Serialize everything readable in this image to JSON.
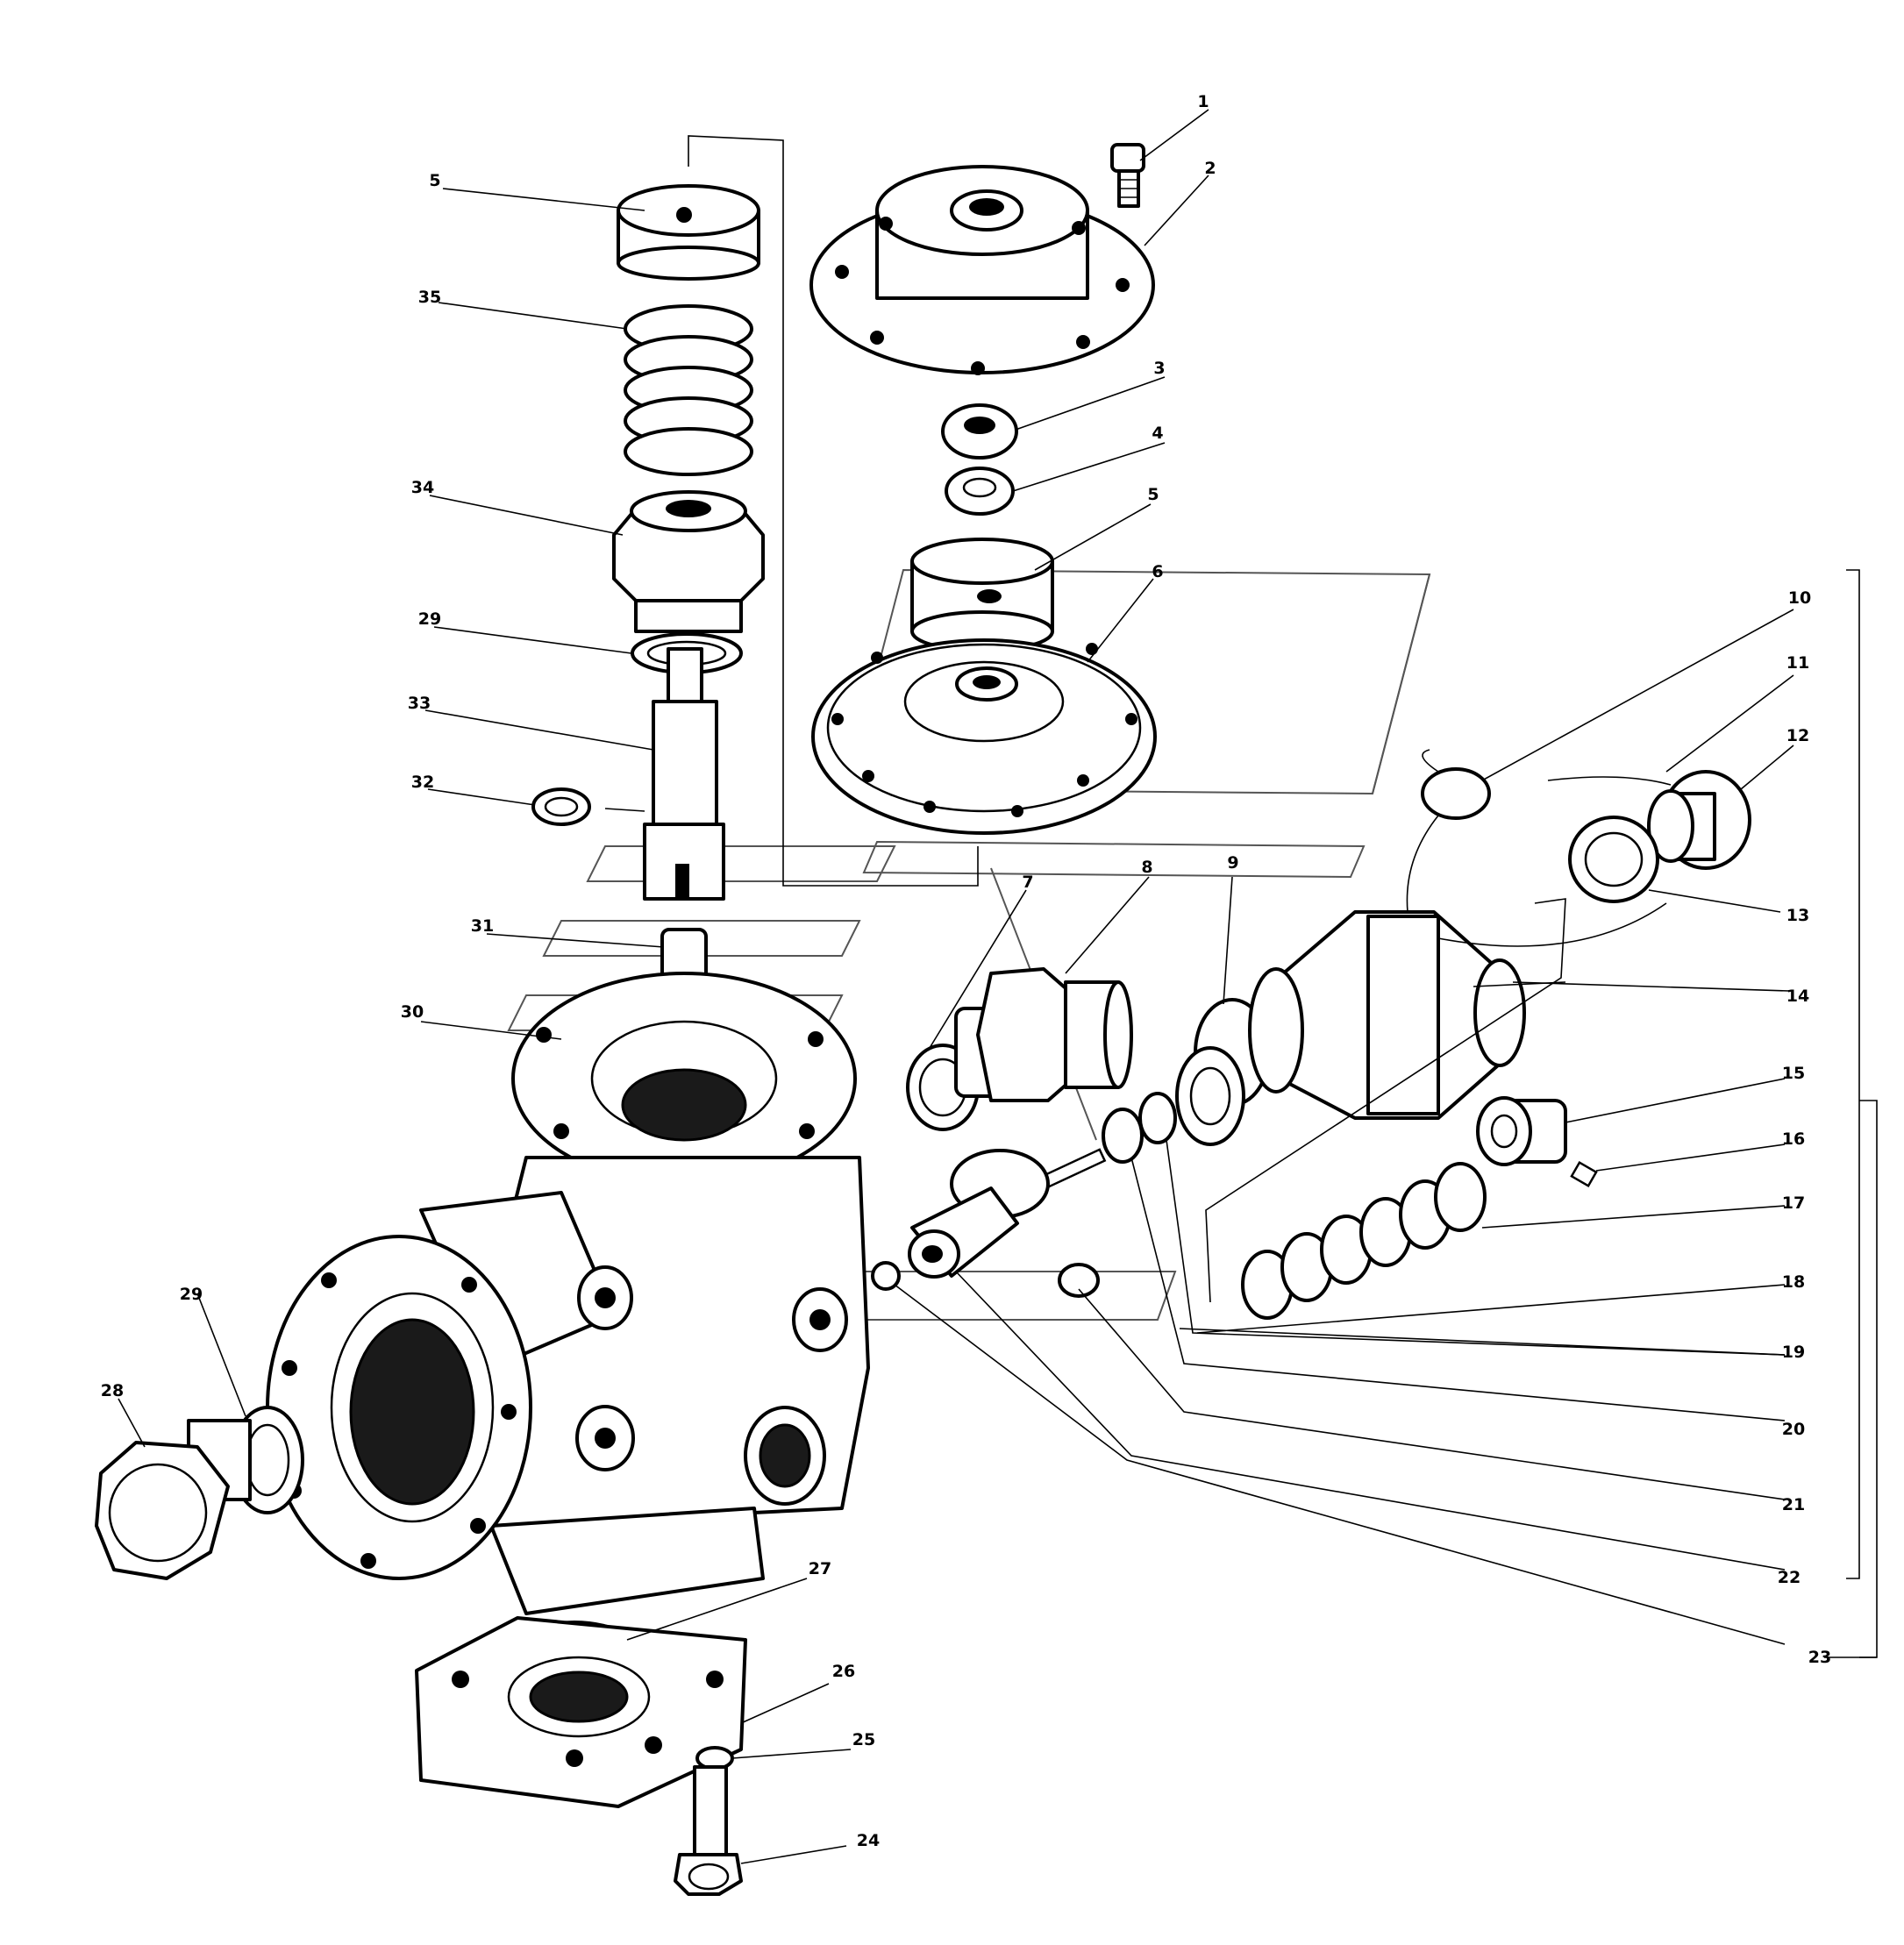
{
  "figure": {
    "callouts": [
      {
        "id": "c1",
        "text": "1"
      },
      {
        "id": "c2",
        "text": "2"
      },
      {
        "id": "c3",
        "text": "3"
      },
      {
        "id": "c4",
        "text": "4"
      },
      {
        "id": "c5a",
        "text": "5"
      },
      {
        "id": "c5b",
        "text": "5"
      },
      {
        "id": "c6",
        "text": "6"
      },
      {
        "id": "c7",
        "text": "7"
      },
      {
        "id": "c8",
        "text": "8"
      },
      {
        "id": "c9",
        "text": "9"
      },
      {
        "id": "c10",
        "text": "10"
      },
      {
        "id": "c11",
        "text": "11"
      },
      {
        "id": "c12",
        "text": "12"
      },
      {
        "id": "c13",
        "text": "13"
      },
      {
        "id": "c14",
        "text": "14"
      },
      {
        "id": "c15",
        "text": "15"
      },
      {
        "id": "c16",
        "text": "16"
      },
      {
        "id": "c17",
        "text": "17"
      },
      {
        "id": "c18",
        "text": "18"
      },
      {
        "id": "c19",
        "text": "19"
      },
      {
        "id": "c20",
        "text": "20"
      },
      {
        "id": "c21",
        "text": "21"
      },
      {
        "id": "c22",
        "text": "22"
      },
      {
        "id": "c23",
        "text": "23"
      },
      {
        "id": "c24",
        "text": "24"
      },
      {
        "id": "c25",
        "text": "25"
      },
      {
        "id": "c26",
        "text": "26"
      },
      {
        "id": "c27",
        "text": "27"
      },
      {
        "id": "c28",
        "text": "28"
      },
      {
        "id": "c29a",
        "text": "29"
      },
      {
        "id": "c29b",
        "text": "29"
      },
      {
        "id": "c30",
        "text": "30"
      },
      {
        "id": "c31",
        "text": "31"
      },
      {
        "id": "c32",
        "text": "32"
      },
      {
        "id": "c33",
        "text": "33"
      },
      {
        "id": "c34",
        "text": "34"
      },
      {
        "id": "c35",
        "text": "35"
      }
    ]
  }
}
